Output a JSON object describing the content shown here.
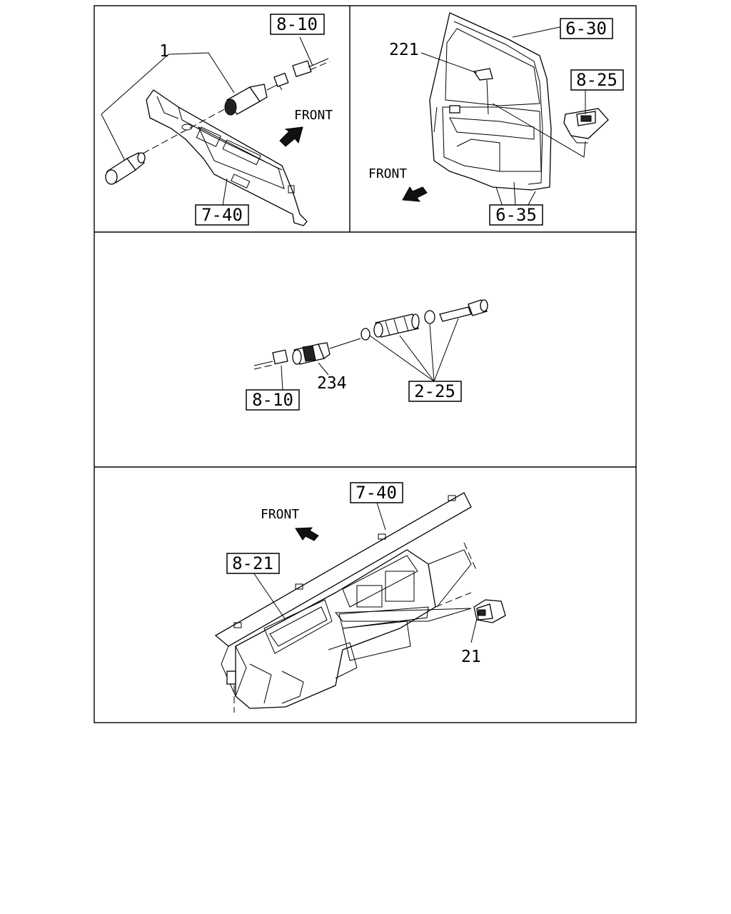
{
  "panels": {
    "lighter": {
      "refs": {
        "harness": "8-10",
        "dash_trim": "7-40"
      },
      "callouts": {
        "lighter": "1"
      },
      "front": "FRONT"
    },
    "door": {
      "refs": {
        "door_frame": "6-30",
        "window_switch": "8-25",
        "door_panel": "6-35"
      },
      "callouts": {
        "mirror_switch": "221"
      },
      "front": "FRONT"
    },
    "sensor": {
      "refs": {
        "harness": "8-10",
        "assembly": "2-25"
      },
      "callouts": {
        "switch": "234"
      }
    },
    "dashboard": {
      "refs": {
        "dash_top": "7-40",
        "cluster": "8-21"
      },
      "callouts": {
        "switch": "21"
      },
      "front": "FRONT"
    }
  }
}
